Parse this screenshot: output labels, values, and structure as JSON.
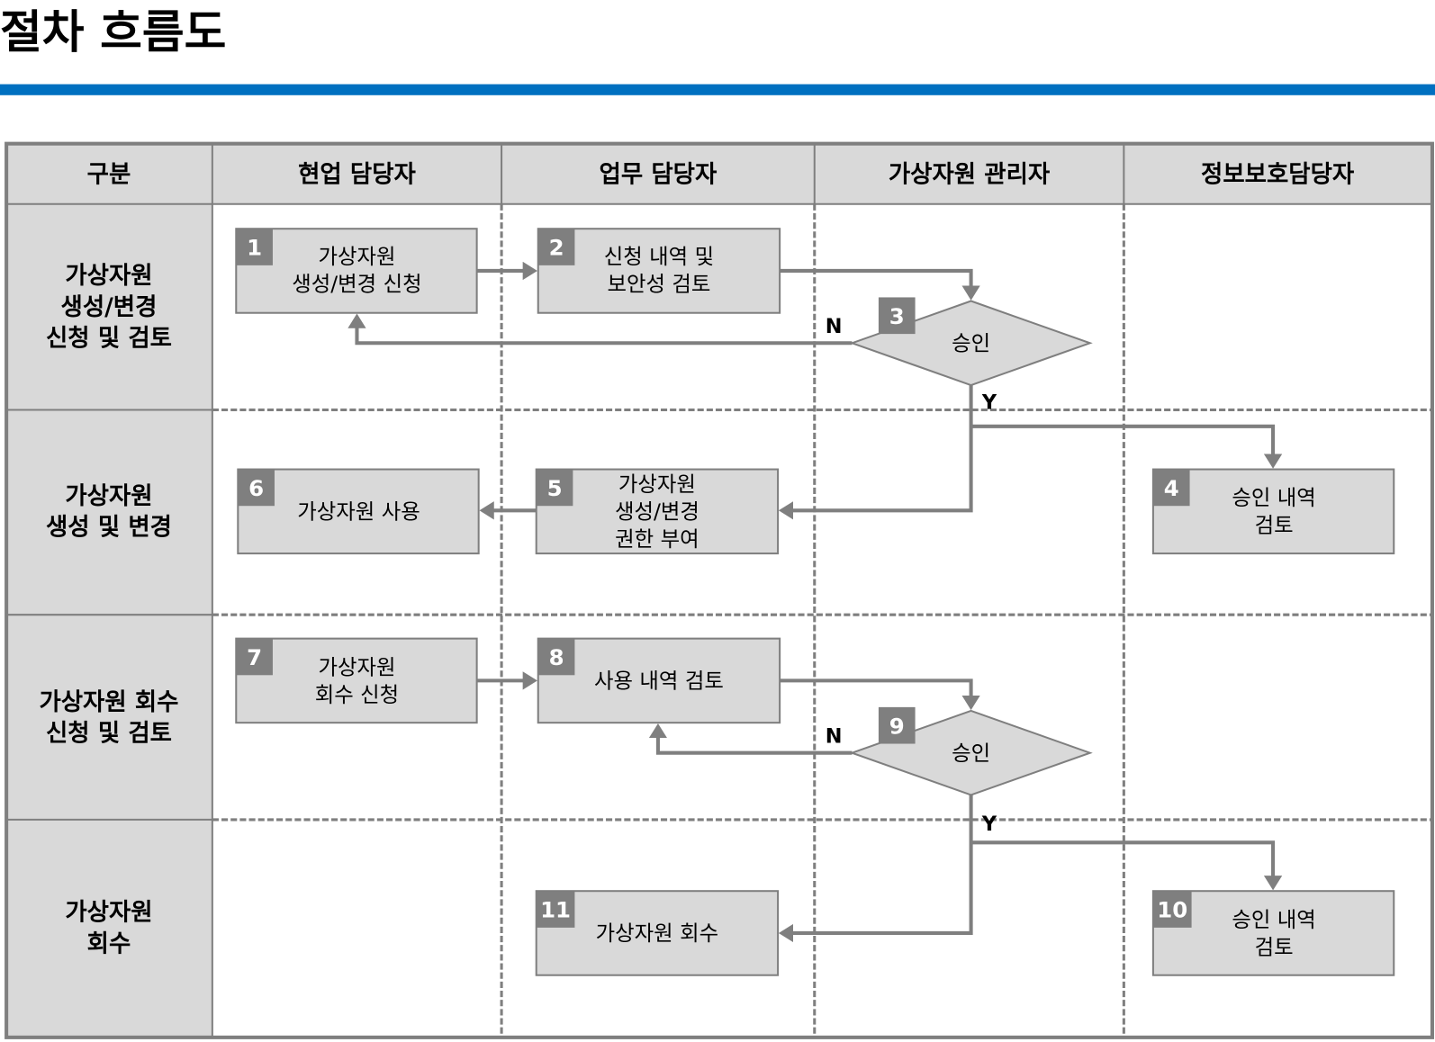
{
  "title": "절차 흐름도",
  "accent_color": "#0070C0",
  "headers": [
    "구분",
    "현업 담당자",
    "업무 담당자",
    "가상자원 관리자",
    "정보보호담당자"
  ],
  "rows": [
    {
      "label_lines": [
        "가상자원",
        "생성/변경",
        "신청 및 검토"
      ]
    },
    {
      "label_lines": [
        "가상자원",
        "생성 및 변경"
      ]
    },
    {
      "label_lines": [
        "가상자원 회수",
        "신청 및 검토"
      ]
    },
    {
      "label_lines": [
        "가상자원",
        "회수"
      ]
    }
  ],
  "steps": {
    "s1": {
      "num": "1",
      "lines": [
        "가상자원",
        "생성/변경 신청"
      ]
    },
    "s2": {
      "num": "2",
      "lines": [
        "신청 내역 및",
        "보안성 검토"
      ]
    },
    "s3": {
      "num": "3",
      "lines": [
        "승인"
      ]
    },
    "s4": {
      "num": "4",
      "lines": [
        "승인 내역",
        "검토"
      ]
    },
    "s5": {
      "num": "5",
      "lines": [
        "가상자원",
        "생성/변경",
        "권한 부여"
      ]
    },
    "s6": {
      "num": "6",
      "lines": [
        "가상자원 사용"
      ]
    },
    "s7": {
      "num": "7",
      "lines": [
        "가상자원",
        "회수 신청"
      ]
    },
    "s8": {
      "num": "8",
      "lines": [
        "사용 내역 검토"
      ]
    },
    "s9": {
      "num": "9",
      "lines": [
        "승인"
      ]
    },
    "s10": {
      "num": "10",
      "lines": [
        "승인 내역",
        "검토"
      ]
    },
    "s11": {
      "num": "11",
      "lines": [
        "가상자원 회수"
      ]
    }
  },
  "labels": {
    "no": "N",
    "yes": "Y"
  }
}
